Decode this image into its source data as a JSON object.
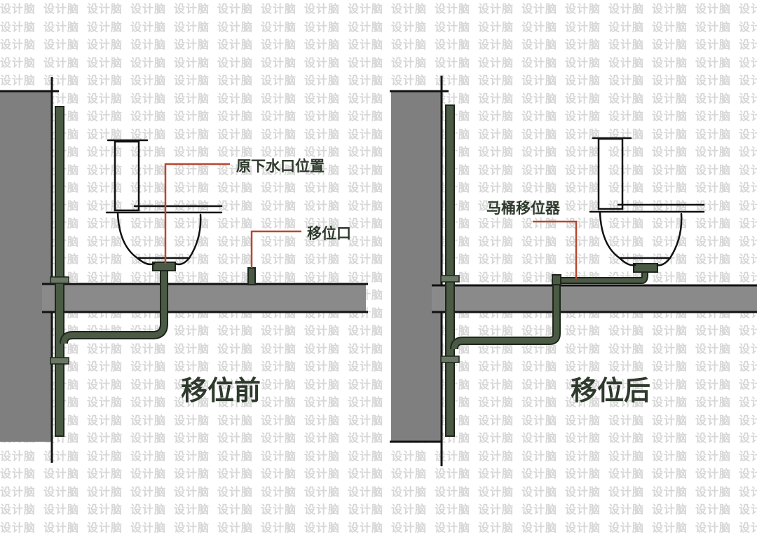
{
  "watermark": {
    "text": "设计脑"
  },
  "left_panel": {
    "caption": "移位前",
    "original_drain_label": "原下水口位置",
    "shifted_outlet_label": "移位口"
  },
  "right_panel": {
    "caption": "移位后",
    "shifter_label": "马桶移位器"
  },
  "colors": {
    "wall": "#7f7f7f",
    "slab": "#8a8a8a",
    "pipe": "#4a5a44",
    "pipe_outline": "#1e261c",
    "leader_line": "#b8482e",
    "label_text": "#2e3a2c",
    "watermark": "#d6d6d6"
  },
  "icons": [
    "toilet-icon"
  ]
}
